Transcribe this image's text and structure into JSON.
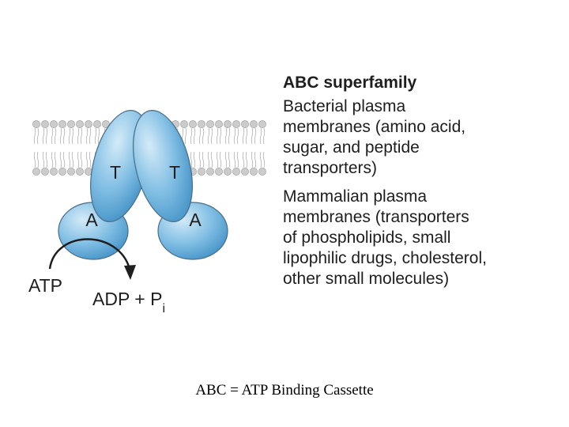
{
  "diagram": {
    "subunits": {
      "transmembrane_left": "T",
      "transmembrane_right": "T",
      "atp_binding_left": "A",
      "atp_binding_right": "A"
    },
    "reaction": {
      "substrate": "ATP",
      "product": "ADP + P",
      "product_subscript": "i"
    },
    "colors": {
      "protein_fill": "#5aa6d6",
      "protein_highlight": "#c6e3f5",
      "protein_outline": "#4a6c86",
      "lipid_head": "#cccccc",
      "arrow": "#1e1e1e"
    }
  },
  "info": {
    "heading": "ABC superfamily",
    "paragraphs": [
      "Bacterial plasma\nmembranes (amino acid,\nsugar, and peptide\ntransporters)",
      "Mammalian plasma\nmembranes  (transporters\nof phospholipids, small\nlipophilic drugs, cholesterol,\nother small molecules)"
    ]
  },
  "caption": "ABC = ATP Binding Cassette"
}
